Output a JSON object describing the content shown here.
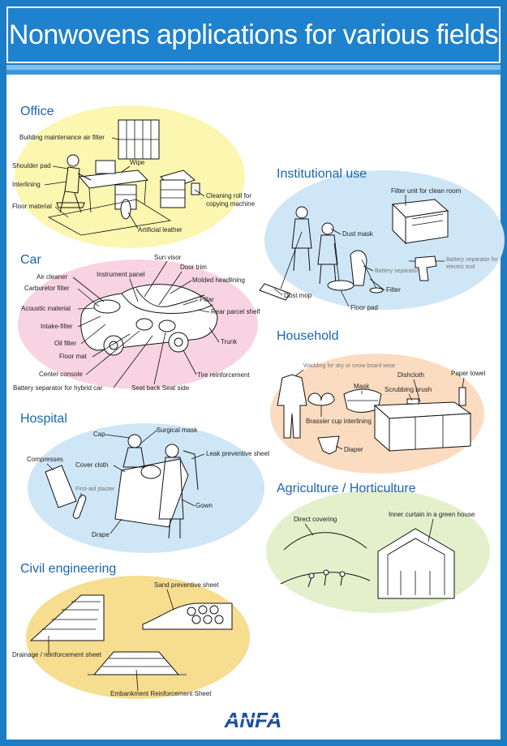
{
  "header": {
    "title": "Nonwovens applications for various fields"
  },
  "sections": {
    "office": {
      "heading": "Office",
      "labels": {
        "building_filter": "Building maintenance air filter",
        "wipe": "Wipe",
        "shoulder_pad": "Shoulder pad",
        "interlining": "Interlining",
        "floor_material": "Floor material",
        "cleaning_roll_1": "Cleaning roll for",
        "cleaning_roll_2": "copying machine",
        "artificial_leather": "Artificial leather"
      }
    },
    "institutional": {
      "heading": "Institutional use",
      "labels": {
        "filter_unit": "Filter unit for clean room",
        "dust_mask": "Dust mask",
        "battery_separator_1": "Battery separator for",
        "battery_separator_2": "electric tool",
        "battery_separator_small": "Battery separator",
        "filter": "Filter",
        "dust_mop": "Dust mop",
        "floor_pad": "Floor pad"
      }
    },
    "car": {
      "heading": "Car",
      "labels": {
        "sun_visor": "Sun visor",
        "instrument_panel": "Instrument panel",
        "door_trim": "Door trim",
        "air_cleaner": "Air cleaner",
        "carburetor_filter": "Carburetor filter",
        "molded_headlining": "Molded headlining",
        "pillar": "Pillar",
        "acoustic_material": "Acoustic material",
        "rear_parcel_shelf": "Rear parcel shelf",
        "intake_filter": "Intake-filter",
        "oil_filter": "Oil filter",
        "trunk": "Trunk",
        "floor_mat": "Floor mat",
        "center_console": "Center console",
        "tire_reinforcement": "Tire reinforcement",
        "battery_hybrid": "Battery separator for hybrid car",
        "seat_back": "Seat back Seat side"
      }
    },
    "household": {
      "heading": "Household",
      "labels": {
        "wadding": "Wadding for sky or snow board wear",
        "dishcloth": "Dishcloth",
        "paper_towel": "Paper towel",
        "mask": "Mask",
        "scrubbing_brush": "Scrubbing brush",
        "brassier": "Brassier cup interlining",
        "diaper": "Diaper"
      }
    },
    "hospital": {
      "heading": "Hospital",
      "labels": {
        "cap": "Cap",
        "surgical_mask": "Surgical mask",
        "leak_sheet": "Leak preventive sheet",
        "compresses": "Compresses",
        "cover_cloth": "Cover cloth",
        "first_aid": "First-aid plaster",
        "gown": "Gown",
        "drape": "Drape"
      }
    },
    "agriculture": {
      "heading": "Agriculture / Horticulture",
      "labels": {
        "direct_covering": "Direct covering",
        "inner_curtain": "Inner curtain in a green house"
      }
    },
    "civil": {
      "heading": "Civil engineering",
      "labels": {
        "sand_sheet": "Sand preventive sheet",
        "drainage": "Drainage / reinforcement sheet",
        "embankment": "Embankment Reinforcement Sheet"
      }
    }
  },
  "footer": {
    "logo": "ANFA"
  },
  "colors": {
    "title_bg": "#1e82ce",
    "frame": "#1c7cc4",
    "office": "#fbf6b0",
    "institutional": "#cfe6f6",
    "car": "#f8d3e2",
    "household": "#fbdcc1",
    "hospital": "#cfe6f6",
    "agriculture": "#e4f0cc",
    "civil": "#f6dd8f"
  }
}
